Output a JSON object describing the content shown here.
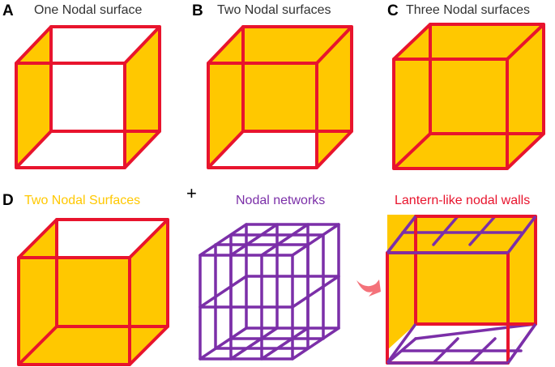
{
  "colors": {
    "yellow": "#FFC800",
    "red": "#E8142D",
    "purple": "#7B2FA8",
    "arrow": "#F4727A",
    "ink": "#000000",
    "grey": "#333333"
  },
  "panels": [
    {
      "letter": "A",
      "title": "One Nodal surface"
    },
    {
      "letter": "B",
      "title": "Two Nodal surfaces"
    },
    {
      "letter": "C",
      "title": "Three Nodal surfaces"
    },
    {
      "letter": "D",
      "title": "Two Nodal Surfaces"
    }
  ],
  "row2": {
    "plus": "+",
    "networks_title": "Nodal networks",
    "result_title": "Lantern-like nodal walls"
  },
  "icons": {
    "combine": "plus-icon",
    "arrow": "curved-arrow-icon"
  }
}
